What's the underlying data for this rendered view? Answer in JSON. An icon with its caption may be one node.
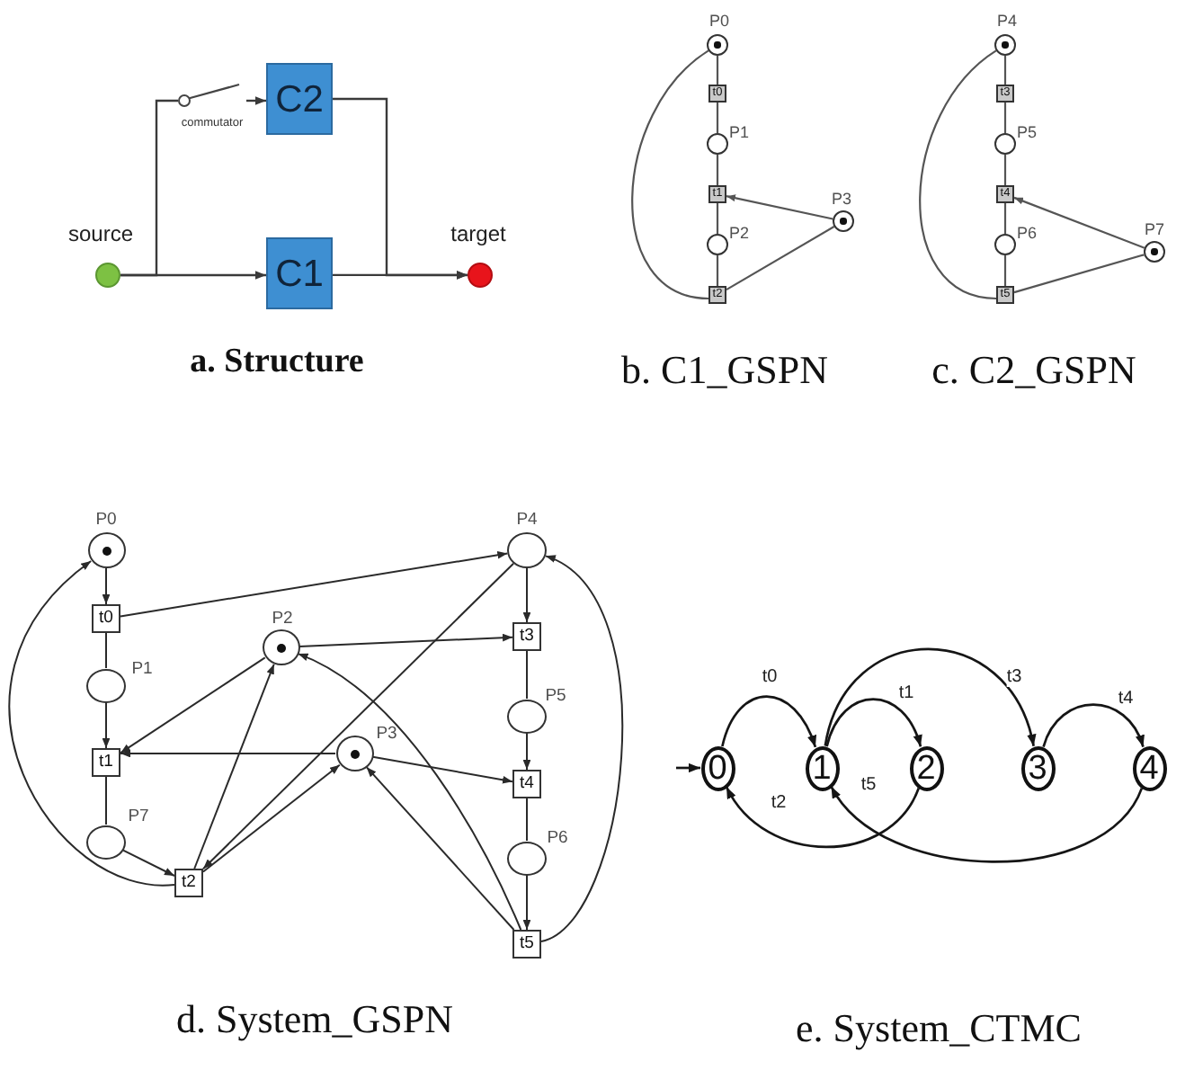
{
  "diagram": {
    "nodes": [
      {
        "text": [
          "source"
        ]
      },
      {
        "text": [
          "commutator"
        ]
      },
      {
        "text": [
          "C2"
        ]
      },
      {
        "text": [
          "C1"
        ]
      },
      {
        "text": [
          "target"
        ]
      },
      {
        "text": [
          "P0"
        ]
      },
      {
        "text": [],
        "shape": "dot",
        "in": 5
      },
      {
        "text": [
          "t0"
        ]
      },
      {
        "text": [
          "P1"
        ]
      },
      {
        "text": [
          "t1"
        ]
      },
      {
        "text": [
          "P2"
        ]
      },
      {
        "text": [
          "t2"
        ]
      },
      {
        "text": [
          "P3"
        ]
      },
      {
        "text": [],
        "shape": "dot",
        "in": 12
      },
      {
        "text": [
          "P4"
        ]
      },
      {
        "text": [],
        "shape": "dot",
        "in": 14
      },
      {
        "text": [
          "t3"
        ]
      },
      {
        "text": [
          "P5"
        ]
      },
      {
        "text": [
          "t4"
        ]
      },
      {
        "text": [
          "P6"
        ]
      },
      {
        "text": [
          "t5"
        ]
      },
      {
        "text": [
          "P7"
        ]
      },
      {
        "text": [],
        "shape": "dot",
        "in": 21
      },
      {
        "text": [
          "P0"
        ]
      },
      {
        "text": [],
        "shape": "dot",
        "in": 23
      },
      {
        "text": [
          "t0"
        ]
      },
      {
        "text": [
          "P1"
        ]
      },
      {
        "text": [
          "t1"
        ]
      },
      {
        "text": [
          "P7"
        ]
      },
      {
        "text": [
          "t2"
        ]
      },
      {
        "text": [
          "P2"
        ]
      },
      {
        "text": [],
        "shape": "dot",
        "in": 30
      },
      {
        "text": [
          "P3"
        ]
      },
      {
        "text": [],
        "shape": "dot",
        "in": 32
      },
      {
        "text": [
          "P4"
        ]
      },
      {
        "text": [
          "t3"
        ]
      },
      {
        "text": [
          "P5"
        ]
      },
      {
        "text": [
          "t4"
        ]
      },
      {
        "text": [
          "P6"
        ]
      },
      {
        "text": [
          "t5"
        ]
      },
      {
        "text": [
          "0"
        ]
      },
      {
        "text": [
          "1"
        ]
      },
      {
        "text": [
          "2"
        ]
      },
      {
        "text": [
          "3"
        ]
      },
      {
        "text": [
          "4"
        ]
      }
    ],
    "edges": [
      {
        "from": 0,
        "to": 3,
        "arrow": "to"
      },
      {
        "from": 0,
        "to": 1,
        "arrow": "none"
      },
      {
        "from": 1,
        "to": 2,
        "arrow": "to"
      },
      {
        "from": 3,
        "to": 4,
        "arrow": "to"
      },
      {
        "from": 2,
        "to": 4,
        "arrow": "to"
      },
      {
        "from": 5,
        "to": 7,
        "arrow": "none"
      },
      {
        "from": 7,
        "to": 8,
        "arrow": "none"
      },
      {
        "from": 8,
        "to": 9,
        "arrow": "none"
      },
      {
        "from": 9,
        "to": 10,
        "arrow": "none"
      },
      {
        "from": 10,
        "to": 11,
        "arrow": "none"
      },
      {
        "from": 11,
        "to": 5,
        "arrow": "none"
      },
      {
        "from": 12,
        "to": 9,
        "arrow": "to"
      },
      {
        "from": 11,
        "to": 12,
        "arrow": "none"
      },
      {
        "from": 14,
        "to": 16,
        "arrow": "none"
      },
      {
        "from": 16,
        "to": 17,
        "arrow": "none"
      },
      {
        "from": 17,
        "to": 18,
        "arrow": "none"
      },
      {
        "from": 18,
        "to": 19,
        "arrow": "none"
      },
      {
        "from": 19,
        "to": 20,
        "arrow": "none"
      },
      {
        "from": 20,
        "to": 14,
        "arrow": "none"
      },
      {
        "from": 21,
        "to": 18,
        "arrow": "to"
      },
      {
        "from": 20,
        "to": 21,
        "arrow": "none"
      },
      {
        "from": 23,
        "to": 25,
        "arrow": "to"
      },
      {
        "from": 25,
        "to": 26,
        "arrow": "none"
      },
      {
        "from": 26,
        "to": 27,
        "arrow": "to"
      },
      {
        "from": 27,
        "to": 28,
        "arrow": "none"
      },
      {
        "from": 28,
        "to": 29,
        "arrow": "to"
      },
      {
        "from": 29,
        "to": 23,
        "arrow": "to"
      },
      {
        "from": 25,
        "to": 34,
        "arrow": "to"
      },
      {
        "from": 34,
        "to": 35,
        "arrow": "to"
      },
      {
        "from": 35,
        "to": 36,
        "arrow": "none"
      },
      {
        "from": 36,
        "to": 37,
        "arrow": "to"
      },
      {
        "from": 37,
        "to": 38,
        "arrow": "none"
      },
      {
        "from": 38,
        "to": 39,
        "arrow": "to"
      },
      {
        "from": 39,
        "to": 34,
        "arrow": "to"
      },
      {
        "from": 30,
        "to": 35,
        "arrow": "to"
      },
      {
        "from": 30,
        "to": 27,
        "arrow": "to"
      },
      {
        "from": 32,
        "to": 27,
        "arrow": "to"
      },
      {
        "from": 32,
        "to": 37,
        "arrow": "to"
      },
      {
        "from": 29,
        "to": 30,
        "arrow": "to"
      },
      {
        "from": 29,
        "to": 32,
        "arrow": "to"
      },
      {
        "from": 34,
        "to": 29,
        "arrow": "to"
      },
      {
        "from": 39,
        "to": 32,
        "arrow": "to"
      },
      {
        "from": 39,
        "to": 30,
        "arrow": "to"
      },
      {
        "from": null,
        "to": 40,
        "arrow": "to"
      },
      {
        "from": 40,
        "to": 41,
        "arrow": "to",
        "label": "t0"
      },
      {
        "from": 41,
        "to": 42,
        "arrow": "to",
        "label": "t1"
      },
      {
        "from": 41,
        "to": 43,
        "arrow": "to",
        "label": "t3"
      },
      {
        "from": 43,
        "to": 44,
        "arrow": "to",
        "label": "t4"
      },
      {
        "from": 42,
        "to": 40,
        "arrow": "to",
        "label": "t2"
      },
      {
        "from": 44,
        "to": 41,
        "arrow": "to",
        "label": "t5"
      }
    ],
    "labels": [
      "a. Structure",
      "b. C1_GSPN",
      "c. C2_GSPN",
      "d. System_GSPN",
      "e. System_CTMC"
    ]
  }
}
